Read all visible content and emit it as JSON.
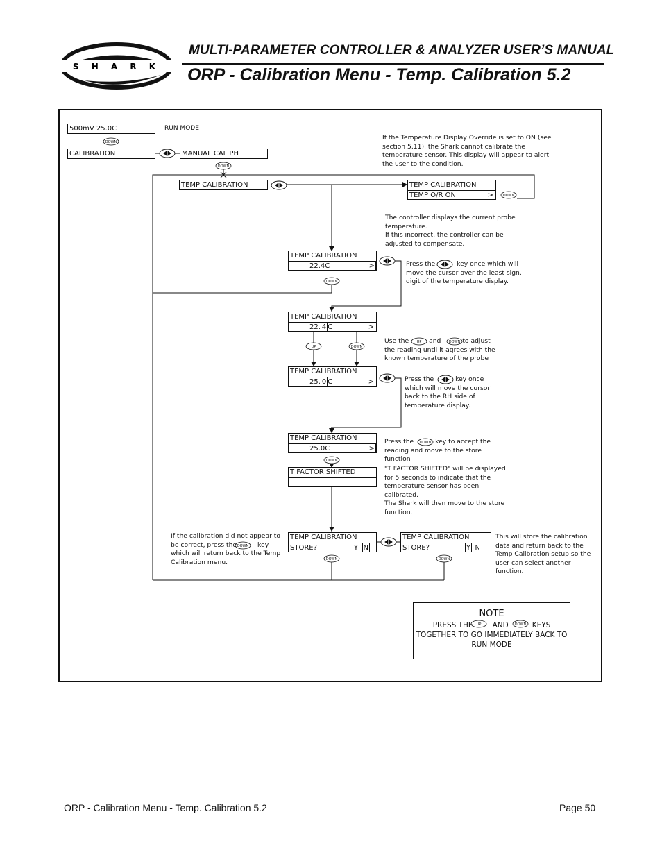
{
  "header": {
    "logo_text": "S H A R K",
    "manual_title": "MULTI-PARAMETER CONTROLLER & ANALYZER USER’S MANUAL",
    "page_title": "ORP - Calibration Menu - Temp. Calibration 5.2"
  },
  "keys": {
    "down": "DOWN",
    "up": "UP"
  },
  "displays": {
    "run_mode": {
      "line1": "500mV   25.0C",
      "label": "RUN MODE"
    },
    "calibration": "CALIBRATION",
    "manual_cal": "MANUAL CAL PH",
    "temp_cal_menu": "TEMP CALIBRATION",
    "override": {
      "line1": "TEMP CALIBRATION",
      "line2": "TEMP O/R ON",
      "arrow": ">"
    },
    "d1": {
      "line1": "TEMP CALIBRATION",
      "value": "22.4C",
      "arrow": ">"
    },
    "d2": {
      "line1": "TEMP CALIBRATION",
      "value_a": "22.",
      "value_b": "4",
      "value_c": "C",
      "arrow": ">"
    },
    "d3": {
      "line1": "TEMP CALIBRATION",
      "value_a": "25.",
      "value_b": "0",
      "value_c": "C",
      "arrow": ">"
    },
    "d4": {
      "line1": "TEMP CALIBRATION",
      "value": "25.0C",
      "arrow": ">"
    },
    "shifted": {
      "line1": "T FACTOR SHIFTED",
      "line2": ""
    },
    "store_n": {
      "line1": "TEMP CALIBRATION",
      "line2": "STORE?",
      "yes": "Y",
      "no": "N"
    },
    "store_y": {
      "line1": "TEMP CALIBRATION",
      "line2": "STORE?",
      "yes": "Y",
      "no": "N"
    }
  },
  "notes": {
    "override": "If the Temperature Display Override is set to ON (see section 5.11), the Shark cannot calibrate the temperature sensor. This display will appear to alert the user to the condition.",
    "current_1": "The controller displays the current probe temperature.",
    "current_2": "If this incorrect, the controller can be adjusted to compensate.",
    "press_the": "Press the",
    "cursor_least_rest": "key once which will move the cursor over the least sign. digit of the temperature display.",
    "use_the": "Use the",
    "and": "and",
    "to_adjust": "to adjust",
    "adjust_rest": "the reading until it agrees with the known temperature of the probe",
    "key_once": "key once",
    "cursor_rh_rest": "which will move the cursor back to the RH side of temperature display.",
    "accept_key": "key to accept the",
    "accept_rest": "reading and move to the store function",
    "shifted_text": "\"T FACTOR SHIFTED\" will be displayed for 5 seconds to indicate that the temperature sensor has been calibrated.",
    "shifted_text_2": "The Shark will then move to the store function.",
    "not_correct_1": "If the calibration did not appear to",
    "not_correct_2a": "be correct, press the",
    "not_correct_2b": "key",
    "not_correct_3": "which will return back to the Temp Calibration menu.",
    "store_note": "This will store the calibration data and return back to the Temp Calibration   setup so the user can select another function."
  },
  "note_box": {
    "title": "NOTE",
    "press_the": "PRESS THE",
    "and": "AND",
    "keys": "KEYS",
    "line2": "TOGETHER TO GO IMMEDIATELY BACK TO",
    "line3": "RUN MODE"
  },
  "footer": {
    "left": "ORP - Calibration Menu - Temp. Calibration 5.2",
    "right": "Page 50"
  }
}
